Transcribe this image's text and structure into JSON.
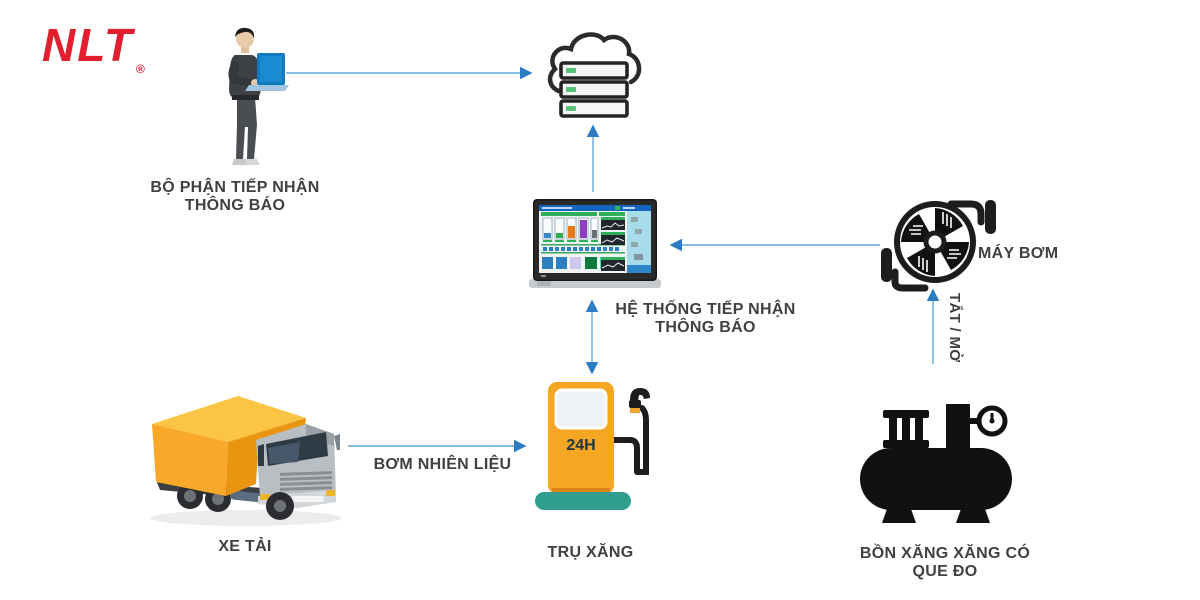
{
  "brand": {
    "name": "NLT",
    "registered": "®"
  },
  "nodes": {
    "receiver": {
      "line1": "BỘ PHẬN TIẾP NHẬN",
      "line2": "THÔNG BÁO"
    },
    "system": {
      "line1": "HỆ THỐNG TIẾP NHẬN",
      "line2": "THÔNG BÁO"
    },
    "pump": {
      "label": "MÁY BƠM"
    },
    "truck": {
      "label": "XE TẢI"
    },
    "dispenser": {
      "label": "TRỤ XĂNG",
      "sign": "24H"
    },
    "tank": {
      "line1": "BỒN XĂNG XĂNG CÓ",
      "line2": "QUE ĐO"
    }
  },
  "edges": {
    "fuel_label": "BƠM NHIÊN LIỆU",
    "onoff_label": "TẮT / MỞ"
  },
  "colors": {
    "brand_red": "#e11f2e",
    "arrow_line": "#5fa9d8",
    "arrow_head": "#2b7cc2",
    "icon_black": "#1d1d1d",
    "truck_orange": "#f9a82a",
    "dispenser_orange": "#f5a623",
    "dispenser_base_green": "#2f9e8f",
    "label_gray": "#414141"
  }
}
